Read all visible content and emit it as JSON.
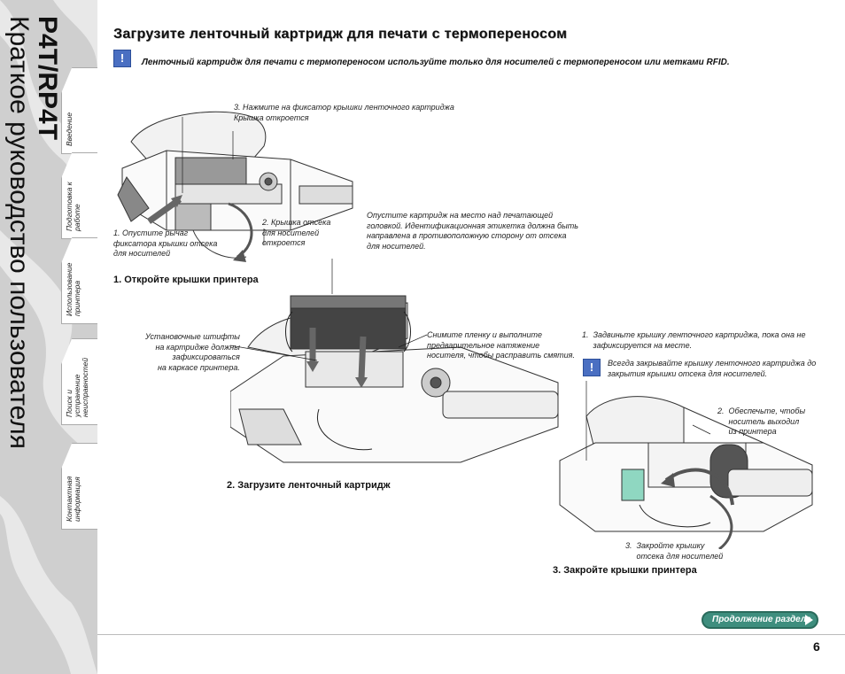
{
  "sidebar": {
    "title_model": "P4T/RP4T",
    "title_guide": "Краткое руководство пользователя",
    "tabs": [
      {
        "label": "Введение"
      },
      {
        "label": "Подготовка к работе"
      },
      {
        "label": "Использование принтера"
      },
      {
        "label": "Поиск и устранение неисправностей"
      },
      {
        "label": "Контактная информация"
      }
    ]
  },
  "heading": "Загрузите ленточный картридж для печати с термопереносом",
  "note_top": "Ленточный картридж для печати с термопереносом используйте только для носителей с термопереносом или метками RFID.",
  "fig1": {
    "callout3": "3. Нажмите на фиксатор крышки ленточного картриджа\nКрышка откроется",
    "callout1": "1. Опустите рычаг\nфиксатора крышки отсека\nдля носителей",
    "callout2": "2. Крышка отсека\nдля носителей\nоткроется",
    "step": "1. Откройте крышки принтера"
  },
  "fig2": {
    "callout_top": "Опустите картридж на место над печатающей\nголовкой. Идентификационная этикетка должна быть\nнаправлена в противоположную сторону от отсека\nдля носителей.",
    "callout_left": "Установочные штифты\nна картридже должны\nзафиксироваться\nна каркасе принтера.",
    "callout_right": "Снимите пленку и выполните\nпредварительное натяжение\nносителя, чтобы расправить смятия.",
    "step": "2. Загрузите ленточный картридж"
  },
  "fig3": {
    "callout1": "1.  Задвиньте крышку ленточного картриджа, пока она не\n     зафиксируется на месте.",
    "note": "Всегда закрывайте крышку ленточного картриджа до\nзакрытия крышки отсека для носителей.",
    "callout2": "2.  Обеспечьте, чтобы\n     носитель выходил\n     из принтера",
    "callout3": "3.  Закройте крышку\n     отсека для носителей",
    "step": "3. Закройте крышки принтера"
  },
  "warn_icon": "!",
  "continue_button": "Продолжение раздела",
  "page_number": "6"
}
